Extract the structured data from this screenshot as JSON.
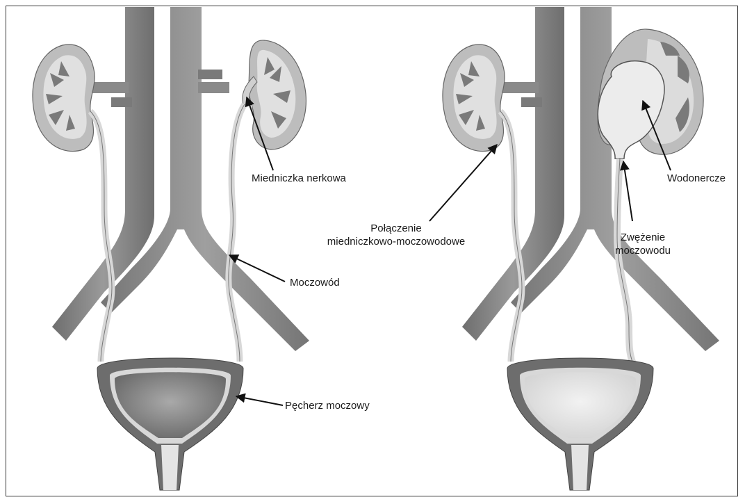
{
  "labels": {
    "renal_pelvis": "Miedniczka nerkowa",
    "ureter": "Moczowód",
    "bladder": "Pęcherz moczowy",
    "upj_line1": "Połączenie",
    "upj_line2": "miedniczkowo-moczowodowe",
    "hydronephrosis": "Wodonercze",
    "stenosis_line1": "Zwężenie",
    "stenosis_line2": "moczowodu"
  },
  "colors": {
    "vessel": "#8a8a8a",
    "vessel_dark": "#5e5e5e",
    "kidney_outer": "#b9b9b9",
    "kidney_inner": "#dcdcdc",
    "pyramid": "#7d7d7d",
    "bladder_wall": "#6b6b6b",
    "bladder_lining": "#c8c8c8",
    "ureter": "#d9d9d9",
    "arrow": "#111111"
  }
}
